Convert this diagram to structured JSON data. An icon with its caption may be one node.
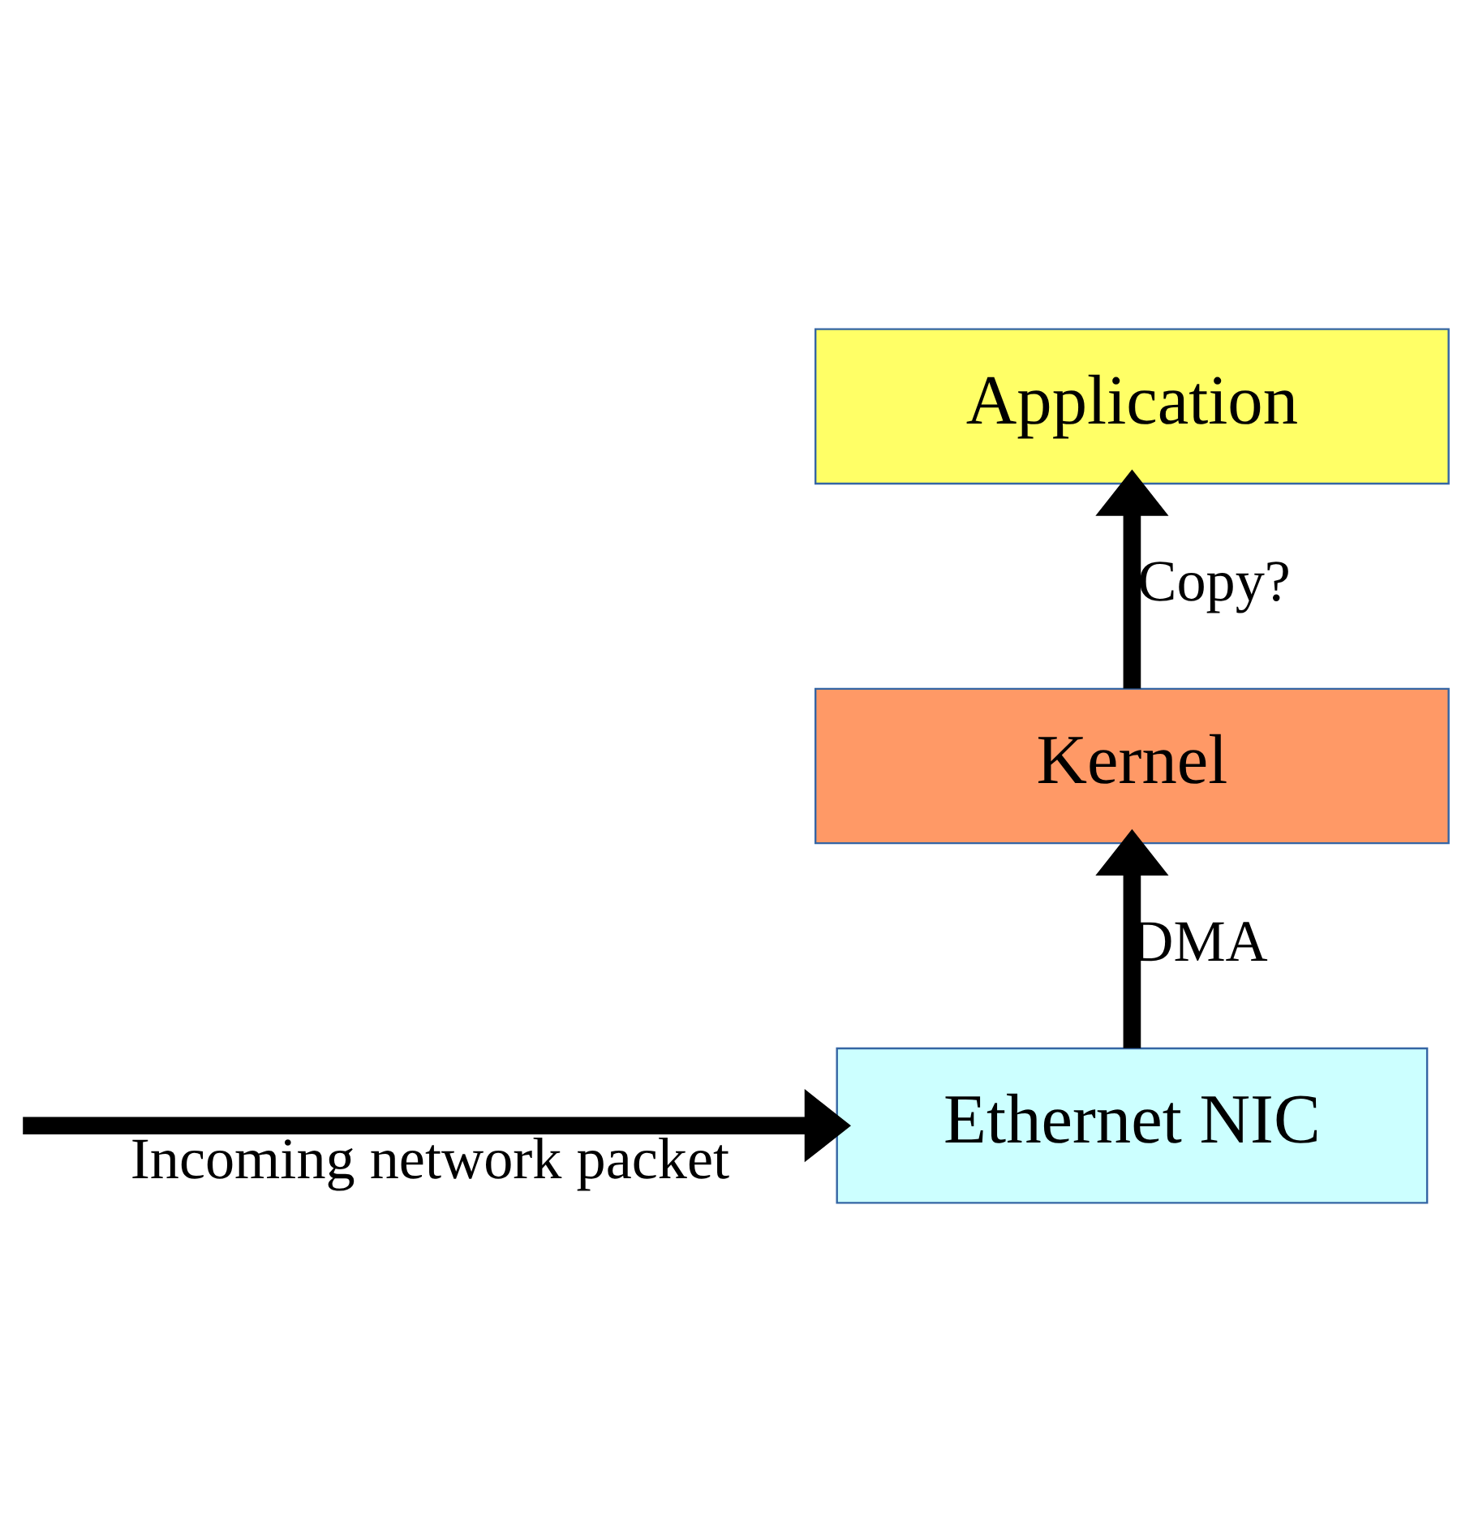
{
  "diagram": {
    "nodes": [
      {
        "text": [
          "Application"
        ]
      },
      {
        "text": [
          "Kernel"
        ]
      },
      {
        "text": [
          "Ethernet NIC"
        ]
      }
    ],
    "edges": [
      {
        "from": 1,
        "to": 0,
        "arrow": "to",
        "label": "Copy?"
      },
      {
        "from": 2,
        "to": 1,
        "arrow": "to",
        "label": "DMA"
      },
      {
        "from": null,
        "to": 2,
        "arrow": "to",
        "label": "Incoming network packet"
      }
    ]
  }
}
